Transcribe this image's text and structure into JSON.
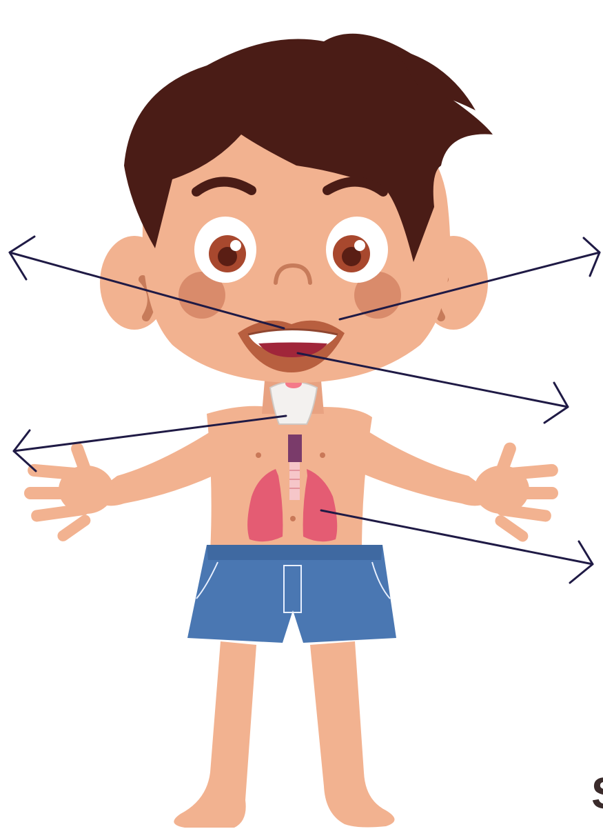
{
  "diagram": {
    "corner_text_bottom_right": "S",
    "corner_text_top_left": "",
    "pointer_arrows": [
      {
        "from": "upper-lip",
        "to": "left",
        "label": ""
      },
      {
        "from": "lower-lip",
        "to": "right",
        "label": ""
      },
      {
        "from": "teeth-tongue",
        "to": "right",
        "label": ""
      },
      {
        "from": "larynx",
        "to": "left",
        "label": ""
      },
      {
        "from": "lungs",
        "to": "right",
        "label": ""
      }
    ],
    "colors": {
      "hair": "#4a1c16",
      "skin": "#f2b290",
      "skin_shadow": "#d98b6b",
      "shorts": "#4a77b2",
      "lungs": "#e45c73",
      "arrow": "#1f1a45"
    }
  }
}
